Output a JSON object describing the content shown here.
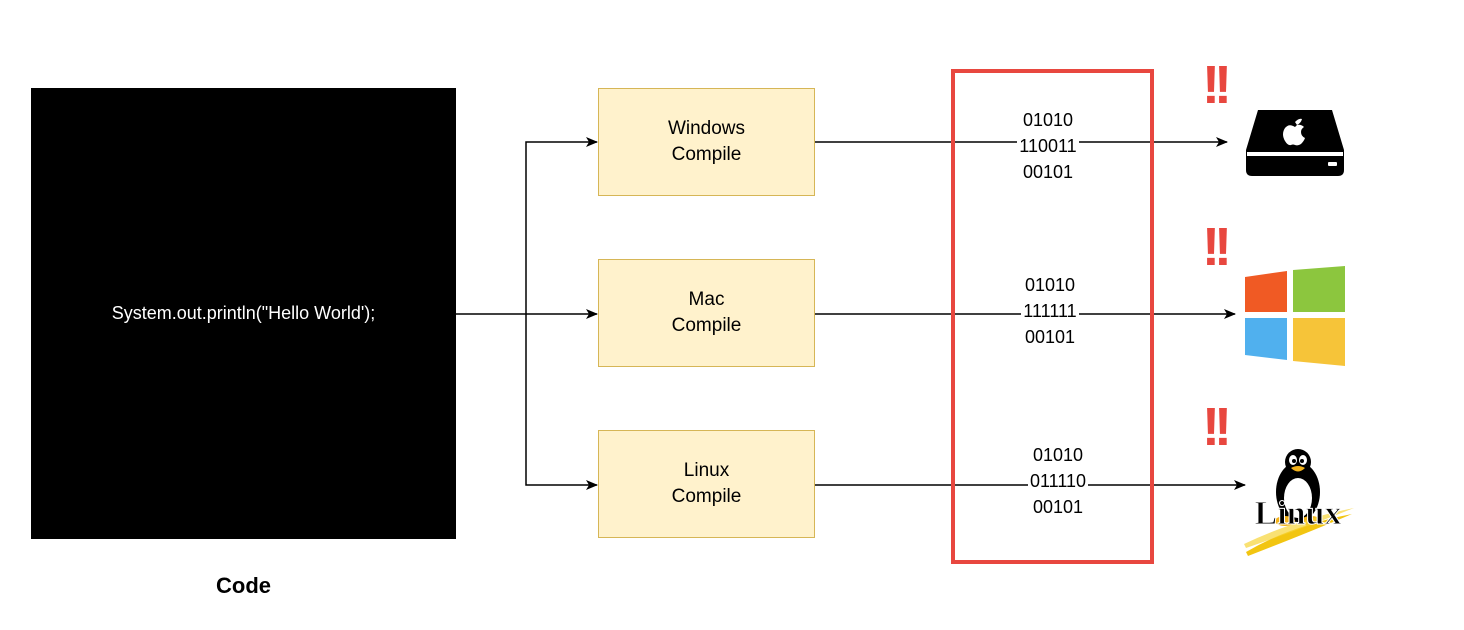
{
  "code": {
    "snippet": "System.out.println(\"Hello World');",
    "caption": "Code"
  },
  "compilers": [
    {
      "line1": "Windows",
      "line2": "Compile"
    },
    {
      "line1": "Mac",
      "line2": "Compile"
    },
    {
      "line1": "Linux",
      "line2": "Compile"
    }
  ],
  "binaries": [
    [
      "01010",
      "110011",
      "00101"
    ],
    [
      "01010",
      "111111",
      "00101"
    ],
    [
      "01010",
      "011110",
      "00101"
    ]
  ],
  "warnings": [
    "!!",
    "!!",
    "!!"
  ],
  "icons": [
    "mac-mini-icon",
    "windows-logo-icon",
    "linux-tux-icon"
  ],
  "linux_logo_text": "Linux",
  "colors": {
    "compile_fill": "#fff2cc",
    "compile_border": "#d6b656",
    "highlight": "#e8473f",
    "win_red": "#f05a24",
    "win_green": "#8cc63e",
    "win_blue": "#50b0ee",
    "win_yellow": "#f6c439"
  }
}
